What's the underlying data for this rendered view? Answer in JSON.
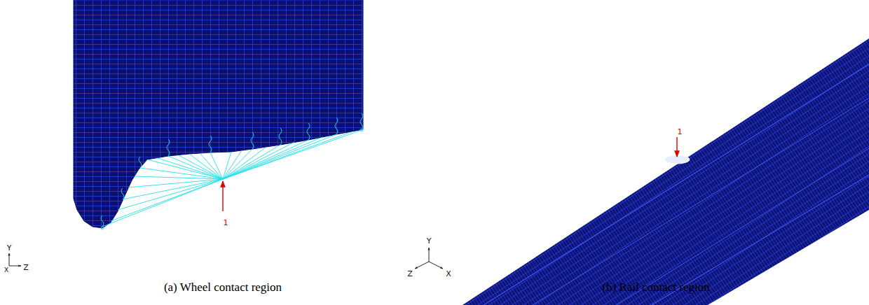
{
  "diagram": {
    "labels": [
      "1",
      "Y",
      "X",
      "Z",
      "(a) Wheel contact region",
      "1",
      "Y",
      "Z",
      "X",
      "(b) Rail contact region"
    ]
  }
}
